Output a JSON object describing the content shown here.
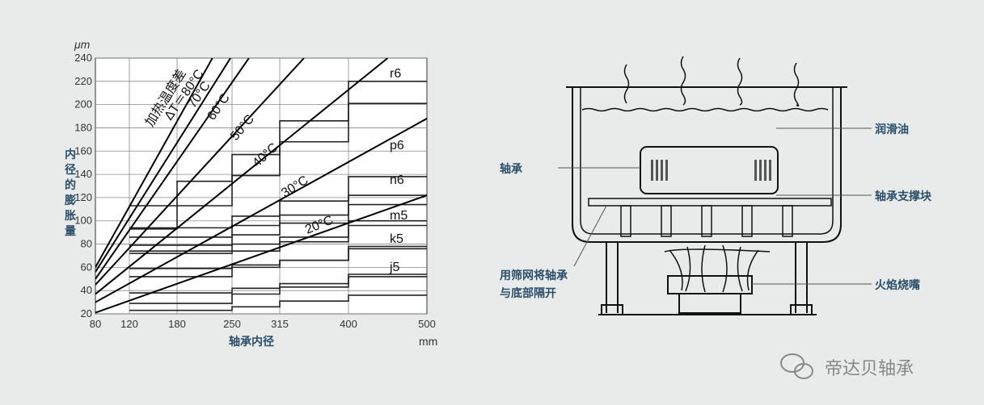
{
  "chart_data": {
    "type": "line",
    "title": "",
    "unit_y": "μm",
    "unit_x": "mm",
    "ylabel": "内径的膨胀量",
    "xlabel": "轴承内径",
    "x_ticks": [
      80,
      120,
      180,
      250,
      315,
      400,
      500
    ],
    "y_ticks": [
      20,
      40,
      60,
      80,
      100,
      120,
      140,
      160,
      180,
      200,
      220,
      240
    ],
    "xlim": [
      80,
      500
    ],
    "ylim": [
      20,
      240
    ],
    "header_label": "加热温度差",
    "series": [
      {
        "name": "ΔT＝80°C",
        "points": [
          [
            80,
            60
          ],
          [
            225,
            240
          ]
        ]
      },
      {
        "name": "70°C",
        "points": [
          [
            80,
            56
          ],
          [
            248,
            240
          ]
        ]
      },
      {
        "name": "60°C",
        "points": [
          [
            80,
            50
          ],
          [
            273,
            240
          ]
        ]
      },
      {
        "name": "50°C",
        "points": [
          [
            80,
            45
          ],
          [
            345,
            240
          ]
        ]
      },
      {
        "name": "40°C",
        "points": [
          [
            80,
            37
          ],
          [
            450,
            240
          ]
        ]
      },
      {
        "name": "30°C",
        "points": [
          [
            80,
            30
          ],
          [
            500,
            188
          ]
        ]
      },
      {
        "name": "20°C",
        "points": [
          [
            80,
            21
          ],
          [
            500,
            122
          ]
        ]
      }
    ],
    "fits": [
      {
        "name": "r6",
        "values": [
          [
            93,
            113
          ],
          [
            113,
            134
          ],
          [
            139,
            157
          ],
          [
            168,
            186
          ],
          [
            201,
            220
          ]
        ]
      },
      {
        "name": "p6",
        "values": [
          [
            79,
            94
          ],
          [
            79,
            94
          ],
          [
            88,
            104
          ],
          [
            98,
            117
          ],
          [
            114,
            138
          ]
        ]
      },
      {
        "name": "n6",
        "values": [
          [
            72,
            86
          ],
          [
            72,
            86
          ],
          [
            74,
            96
          ],
          [
            82,
            105
          ],
          [
            96,
            122
          ]
        ]
      },
      {
        "name": "m5",
        "values": [
          [
            59,
            74
          ],
          [
            59,
            74
          ],
          [
            62,
            80
          ],
          [
            66,
            86
          ],
          [
            76,
            100
          ]
        ]
      },
      {
        "name": "k5",
        "values": [
          [
            38,
            52
          ],
          [
            38,
            52
          ],
          [
            42,
            60
          ],
          [
            46,
            66
          ],
          [
            54,
            78
          ]
        ]
      },
      {
        "name": "j5",
        "values": [
          [
            23,
            29
          ],
          [
            23,
            29
          ],
          [
            26,
            37
          ],
          [
            31,
            43
          ],
          [
            36,
            52
          ]
        ]
      }
    ]
  },
  "apparatus": {
    "labels": {
      "oil": "润滑油",
      "bearing": "轴承",
      "support": "轴承支撑块",
      "screen_line1": "用筛网将轴承",
      "screen_line2": "与底部隔开",
      "burner": "火焰烧嘴"
    }
  },
  "watermark": "帝达贝轴承"
}
